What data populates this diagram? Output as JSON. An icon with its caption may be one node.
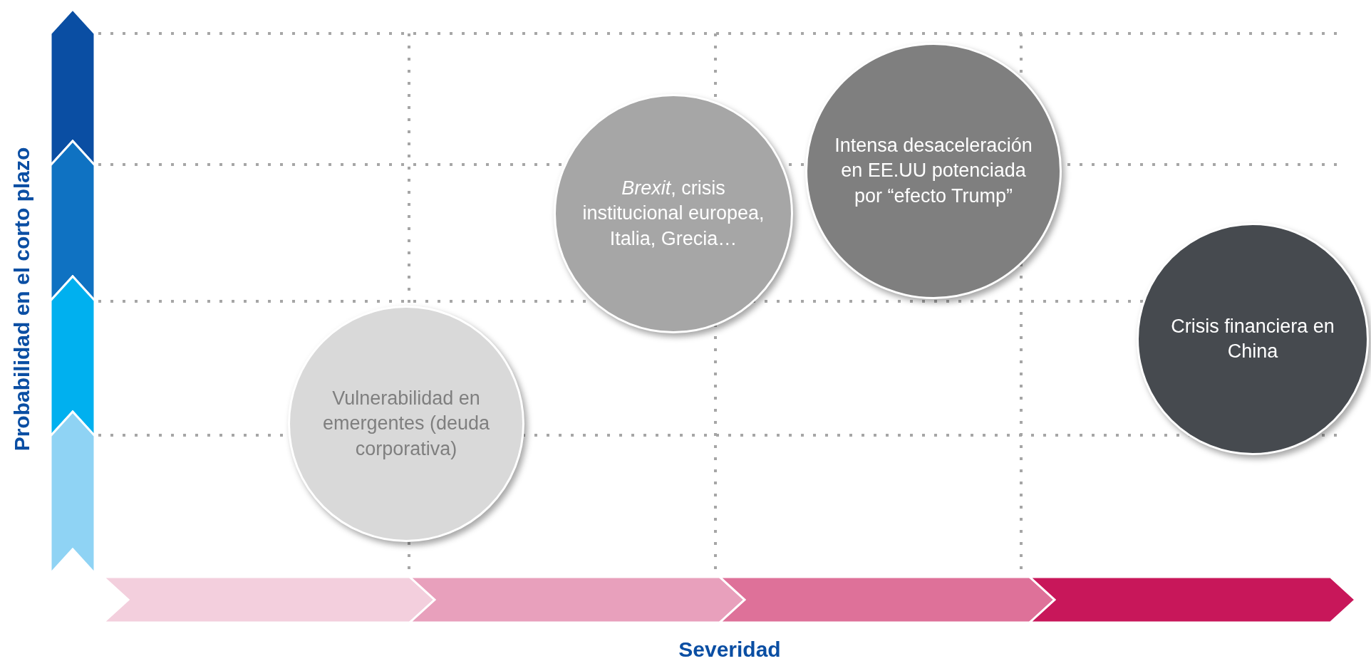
{
  "diagram": {
    "nodes": [
      {
        "text": [
          "Vulnerabilidad en emergentes (deuda corporativa)"
        ]
      },
      {
        "text": [
          "*Brexit*, crisis institucional europea, Italia, Grecia…"
        ]
      },
      {
        "text": [
          "Intensa desaceleración en EE.UU potenciada por “efecto Trump”"
        ]
      },
      {
        "text": [
          "Crisis financiera en China"
        ]
      }
    ],
    "edges": [],
    "labels": [
      "Probabilidad en el corto plazo",
      "Severidad"
    ]
  }
}
